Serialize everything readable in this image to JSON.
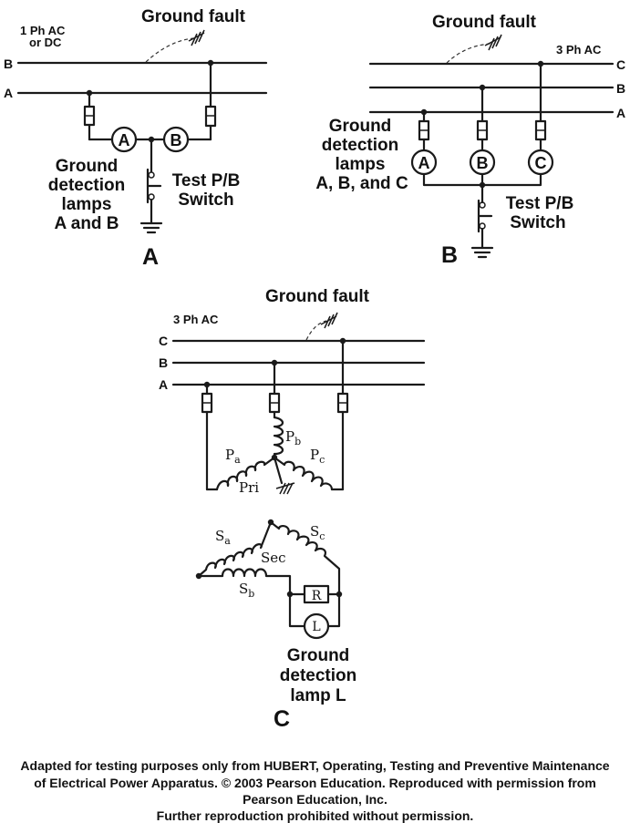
{
  "panel_a": {
    "fault_label": "Ground fault",
    "source_label_1": "1 Ph AC",
    "source_label_2": "or DC",
    "line_b": "B",
    "line_a": "A",
    "lamp_a": "A",
    "lamp_b": "B",
    "lamps_caption_1": "Ground",
    "lamps_caption_2": "detection",
    "lamps_caption_3": "lamps",
    "lamps_caption_4": "A and B",
    "switch_caption_1": "Test P/B",
    "switch_caption_2": "Switch",
    "panel_letter": "A"
  },
  "panel_b": {
    "fault_label": "Ground fault",
    "source_label": "3 Ph AC",
    "line_c": "C",
    "line_b": "B",
    "line_a": "A",
    "lamp_a": "A",
    "lamp_b": "B",
    "lamp_c": "C",
    "lamps_caption_1": "Ground",
    "lamps_caption_2": "detection",
    "lamps_caption_3": "lamps",
    "lamps_caption_4": "A, B, and C",
    "switch_caption_1": "Test P/B",
    "switch_caption_2": "Switch",
    "panel_letter": "B"
  },
  "panel_c": {
    "fault_label": "Ground fault",
    "source_label": "3 Ph AC",
    "line_c": "C",
    "line_b": "B",
    "line_a": "A",
    "winding_pb": "P",
    "winding_pb_sub": "b",
    "winding_pa": "P",
    "winding_pa_sub": "a",
    "winding_pc": "P",
    "winding_pc_sub": "c",
    "primary_label": "Pri",
    "winding_sa": "S",
    "winding_sa_sub": "a",
    "winding_sc": "S",
    "winding_sc_sub": "c",
    "winding_sb": "S",
    "winding_sb_sub": "b",
    "secondary_label": "Sec",
    "resistor_label": "R",
    "lamp_label": "L",
    "lamp_caption_1": "Ground",
    "lamp_caption_2": "detection",
    "lamp_caption_3": "lamp L",
    "panel_letter": "C"
  },
  "credit": {
    "line1": "Adapted for testing purposes only from HUBERT, Operating, Testing and Preventive Maintenance",
    "line2": "of Electrical Power Apparatus. © 2003 Pearson Education. Reproduced with permission from",
    "line3": "Pearson Education, Inc.",
    "line4": "Further reproduction prohibited without permission."
  }
}
